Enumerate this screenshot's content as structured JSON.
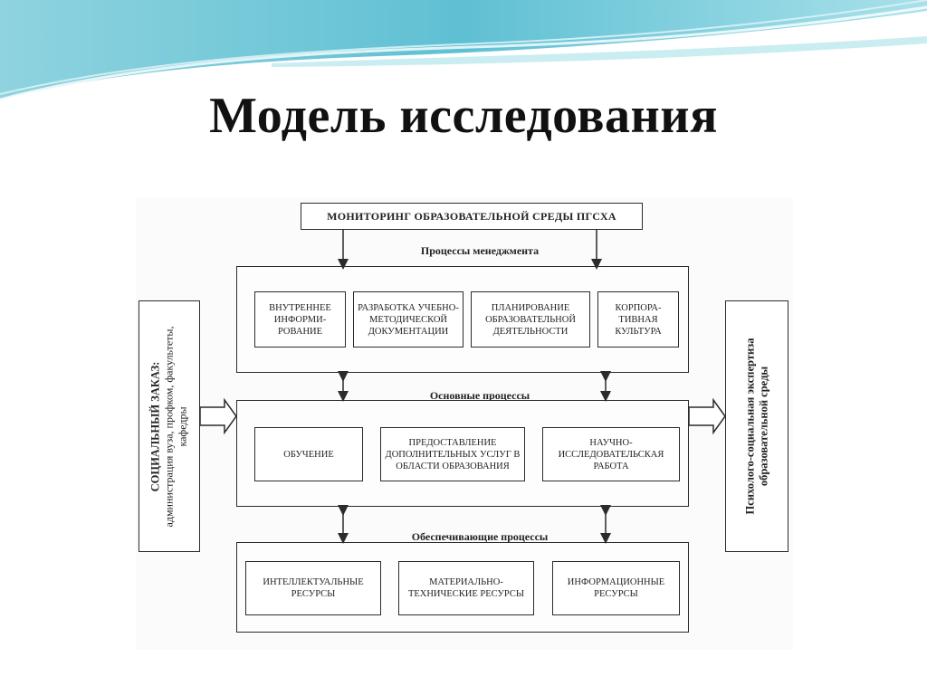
{
  "slide": {
    "title": "Модель исследования"
  },
  "diagram": {
    "top_box": "МОНИТОРИНГ ОБРАЗОВАТЕЛЬНОЙ СРЕДЫ ПГСХА",
    "sections": {
      "management": {
        "label": "Процессы менеджмента",
        "items": [
          "ВНУТРЕННЕЕ ИНФОРМИ-РОВАНИЕ",
          "РАЗРАБОТКА УЧЕБНО-МЕТОДИЧЕСКОЙ ДОКУМЕНТАЦИИ",
          "ПЛАНИРОВАНИЕ ОБРАЗОВАТЕЛЬНОЙ ДЕЯТЕЛЬНОСТИ",
          "КОРПОРА-ТИВНАЯ КУЛЬТУРА"
        ]
      },
      "core": {
        "label": "Основные процессы",
        "items": [
          "ОБУЧЕНИЕ",
          "ПРЕДОСТАВЛЕНИЕ ДОПОЛНИТЕЛЬНЫХ УСЛУГ В ОБЛАСТИ ОБРАЗОВАНИЯ",
          "НАУЧНО-ИССЛЕДОВАТЕЛЬСКАЯ РАБОТА"
        ]
      },
      "support": {
        "label": "Обеспечивающие процессы",
        "items": [
          "ИНТЕЛЛЕКТУАЛЬНЫЕ РЕСУРСЫ",
          "МАТЕРИАЛЬНО-ТЕХНИЧЕСКИЕ РЕСУРСЫ",
          "ИНФОРМАЦИОННЫЕ РЕСУРСЫ"
        ]
      }
    },
    "left_box": {
      "title": "СОЦИАЛЬНЫЙ ЗАКАЗ:",
      "text": "администрация вуза, профком, факультеты, кафедры"
    },
    "right_box": {
      "line1": "Психолого-социальная экспертиза",
      "line2": "образовательной среды"
    },
    "colors": {
      "wave_dark": "#6ec6d6",
      "wave_light": "#b7e6ee",
      "stroke": "#2b2b2b"
    }
  }
}
